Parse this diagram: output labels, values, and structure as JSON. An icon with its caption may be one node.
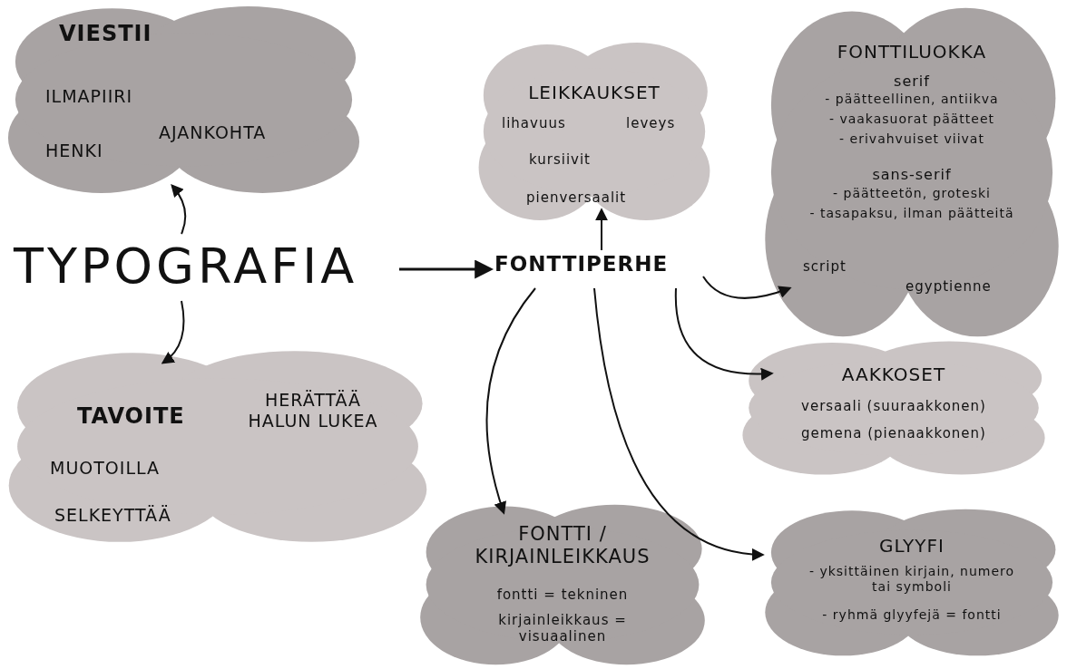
{
  "diagram": {
    "nodes": [
      {
        "text": [
          "VIESTII",
          "ILMAPIIRI",
          "AJANKOHTA",
          "HENKI"
        ]
      },
      {
        "text": [
          "TYPOGRAFIA"
        ]
      },
      {
        "text": [
          "TAVOITE",
          "MUOTOILLA",
          "HERÄTTÄÄ HALUN LUKEA",
          "SELKEYTTÄÄ"
        ]
      },
      {
        "text": [
          "LEIKKAUKSET",
          "lihavuus",
          "leveys",
          "kursiivit",
          "pienversaalit"
        ]
      },
      {
        "text": [
          "FONTTIPERHE"
        ]
      },
      {
        "text": [
          "FONTTILUOKKA",
          "serif",
          "- päätteellinen, antiikva",
          "- vaakasuorat päätteet",
          "- erivahvuiset viivat",
          "sans-serif",
          "- päätteetön, groteski",
          "- tasapaksu, ilman päätteitä",
          "script",
          "egyptienne"
        ]
      },
      {
        "text": [
          "AAKKOSET",
          "versaali (suuraakkonen)",
          "gemena (pienaakkonen)"
        ]
      },
      {
        "text": [
          "FONTTI / KIRJAINLEIKKAUS",
          "fontti = tekninen",
          "kirjainleikkaus = visuaalinen"
        ]
      },
      {
        "text": [
          "GLYYFI",
          "- yksittäinen kirjain, numero tai symboli",
          "- ryhmä glyyfejä = fontti"
        ]
      }
    ],
    "edges": [
      {
        "from": 1,
        "to": 0,
        "arrow": "to"
      },
      {
        "from": 1,
        "to": 2,
        "arrow": "to"
      },
      {
        "from": 1,
        "to": 4,
        "arrow": "to"
      },
      {
        "from": 4,
        "to": 3,
        "arrow": "to"
      },
      {
        "from": 4,
        "to": 5,
        "arrow": "to"
      },
      {
        "from": 4,
        "to": 6,
        "arrow": "to"
      },
      {
        "from": 4,
        "to": 7,
        "arrow": "to"
      },
      {
        "from": 4,
        "to": 8,
        "arrow": "to"
      }
    ]
  }
}
